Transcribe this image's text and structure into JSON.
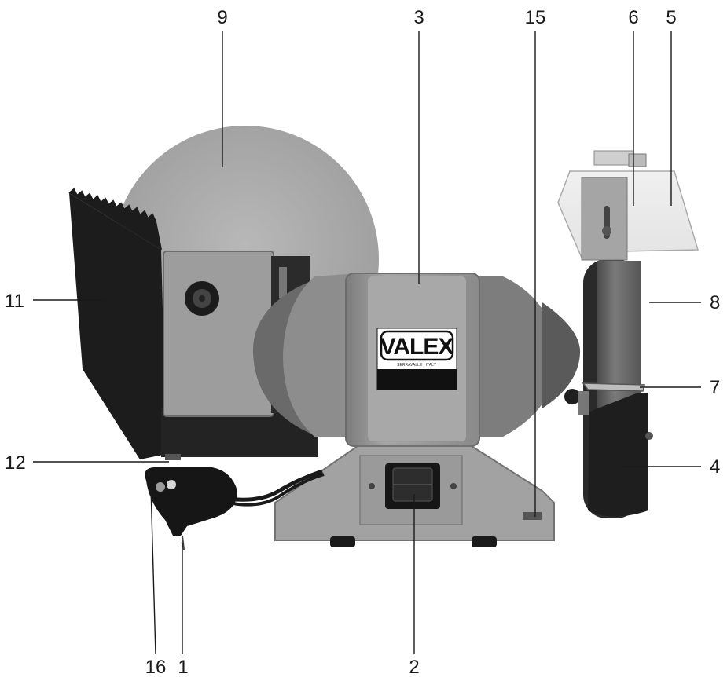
{
  "brand": {
    "name": "VALEX",
    "tagline": "SERRAVALLE · ITALY"
  },
  "callouts": [
    {
      "id": "9",
      "label": "9"
    },
    {
      "id": "3",
      "label": "3"
    },
    {
      "id": "15",
      "label": "15"
    },
    {
      "id": "6",
      "label": "6"
    },
    {
      "id": "5",
      "label": "5"
    },
    {
      "id": "11",
      "label": "11"
    },
    {
      "id": "8",
      "label": "8"
    },
    {
      "id": "7",
      "label": "7"
    },
    {
      "id": "12",
      "label": "12"
    },
    {
      "id": "4",
      "label": "4"
    },
    {
      "id": "16",
      "label": "16"
    },
    {
      "id": "1",
      "label": "1"
    },
    {
      "id": "2",
      "label": "2"
    }
  ],
  "colors": {
    "background": "#ffffff",
    "ink": "#1a1a1a",
    "body_grey": "#8f8f8f",
    "wheel_grey": "#a9a9a9"
  }
}
